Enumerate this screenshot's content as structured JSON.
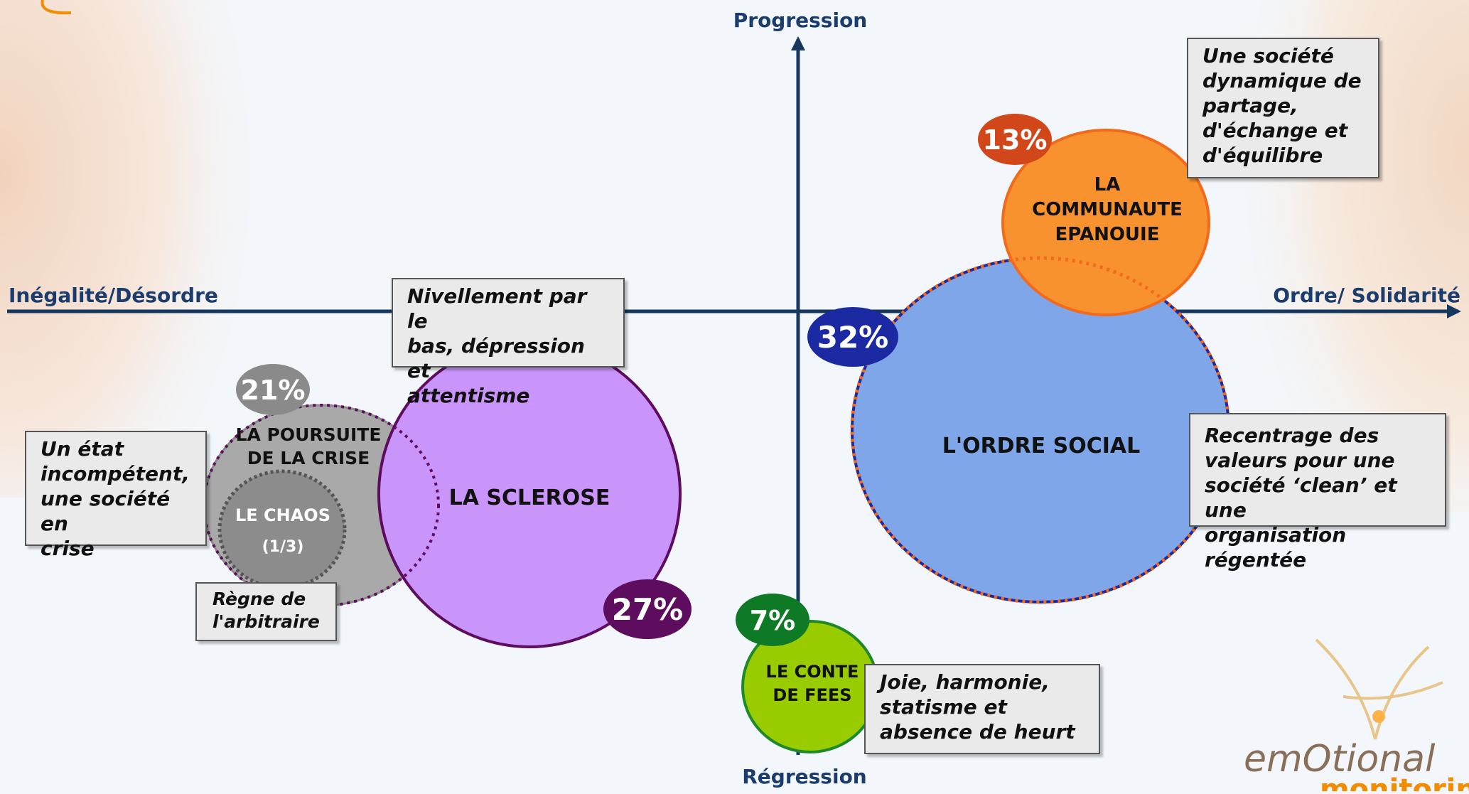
{
  "axes": {
    "top": "Progression",
    "bottom": "Régression",
    "left": "Inégalité/Désordre",
    "right": "Ordre/ Solidarité"
  },
  "clusters": {
    "communaute": {
      "label": "LA\nCOMMUNAUTE\nEPANOUIE",
      "percent": "13%",
      "value": 13,
      "color": "#f7922f",
      "badge_color": "#d2471a"
    },
    "ordre": {
      "label": "L'ORDRE SOCIAL",
      "percent": "32%",
      "value": 32,
      "color": "#7ea6e9",
      "badge_color": "#1b2aa3"
    },
    "sclerose": {
      "label": "LA SCLEROSE",
      "percent": "27%",
      "value": 27,
      "color": "#c995fa",
      "badge_color": "#5e0d5e"
    },
    "poursuite": {
      "label": "LA POURSUITE\nDE LA CRISE",
      "percent": "21%",
      "value": 21,
      "color": "#a9a9a9",
      "badge_color": "#8a8a8a"
    },
    "chaos": {
      "label": "LE CHAOS",
      "sublabel": "(1/3)",
      "color": "#8c8c8c"
    },
    "conte": {
      "label": "LE CONTE\nDE FEES",
      "percent": "7%",
      "value": 7,
      "color": "#99cc00",
      "badge_color": "#0f7a25"
    }
  },
  "notes": {
    "communaute": "Une société\ndynamique de\npartage,\nd'échange et\nd'équilibre",
    "ordre": "Recentrage des\nvaleurs pour une\nsociété ‘clean’ et une\norganisation régentée",
    "sclerose": "Nivellement par le\nbas, dépression et\nattentisme",
    "poursuite": "Un état\nincompétent,\nune société en\ncrise",
    "chaos": "Règne de\nl'arbitraire",
    "conte": "Joie, harmonie,\nstatisme et\nabsence de heurt"
  },
  "logo": {
    "part1": "emOtional",
    "part2": "monitoring"
  },
  "colors": {
    "axis": "#16375e",
    "axis_label": "#1b3d6e",
    "logo_brown": "#8a6f58",
    "logo_orange": "#f28c00"
  }
}
